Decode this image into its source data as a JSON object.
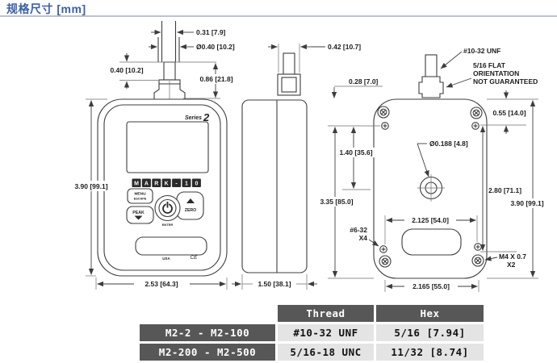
{
  "page": {
    "title": "规格尺寸 [mm]"
  },
  "colors": {
    "accent_blue": "#3a5fa8",
    "line": "#3d3d3d",
    "table_dark": "#575757",
    "table_light": "#e4e4e4"
  },
  "device": {
    "series_label": "Series",
    "series_number": "2",
    "logo": [
      "M",
      "A",
      "R",
      "K",
      "-",
      "1",
      "0"
    ],
    "buttons": {
      "menu_line1": "MENU",
      "menu_line2": "ESCAPE",
      "peak": "PEAK",
      "zero": "ZERO",
      "enter": "ENTER"
    },
    "footer": {
      "usa": "USA",
      "ce": "CE"
    }
  },
  "annotations": {
    "shaft_width": "0.31 [7.9]",
    "shaft_dia": "Ø0.40 [10.2]",
    "coupler_h": "0.40 [10.2]",
    "shaft_exposed": "0.86 [21.8]",
    "boss_w": "0.42 [10.7]",
    "thread_spec": "#10-32 UNF",
    "flat_line1": "5/16 FLAT",
    "flat_line2": "ORIENTATION",
    "flat_line3": "NOT GUARANTEED",
    "boss_h": "0.28 [7.0]",
    "screw_top_offset": "0.55 [14.0]",
    "screw_span_v": "1.40 [35.6]",
    "hole_dia": "Ø0.188 [4.8]",
    "screw_span_v2": "2.80 [71.1]",
    "height_right": "3.90 [99.1]",
    "height_left": "3.90 [99.1]",
    "mount_height": "3.35 [85.0]",
    "screw_span_h": "2.125 [54.0]",
    "screw_spec_line1": "#6-32",
    "screw_spec_line2": "X4",
    "m4_line1": "M4 X 0.7",
    "m4_line2": "X2",
    "front_width": "2.53 [64.3]",
    "side_width": "1.50 [38.1]",
    "back_width": "2.165 [55.0]"
  },
  "table": {
    "headers": [
      "",
      "Thread",
      "Hex"
    ],
    "rows": [
      {
        "model": "M2-2 - M2-100",
        "thread": "#10-32 UNF",
        "hex": "5/16 [7.94]"
      },
      {
        "model": "M2-200 - M2-500",
        "thread": "5/16-18 UNC",
        "hex": "11/32 [8.74]"
      }
    ]
  }
}
